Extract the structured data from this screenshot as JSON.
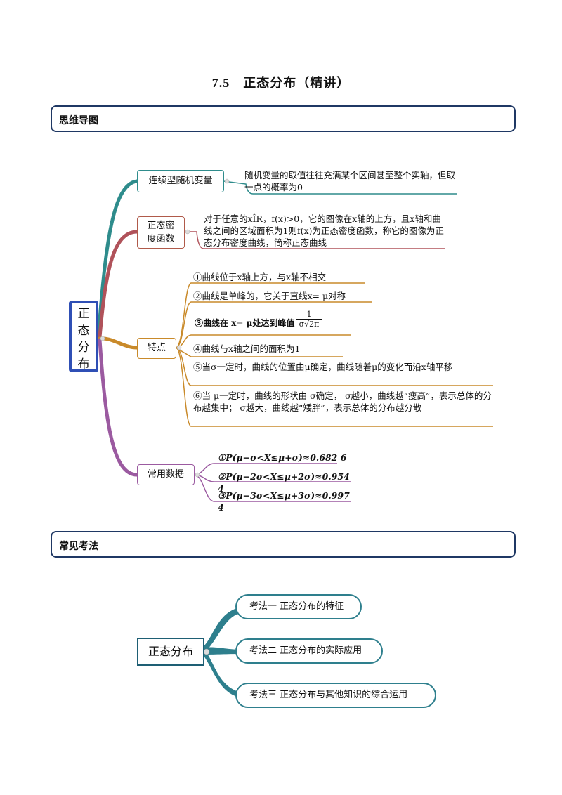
{
  "doc_title": "7.5　正态分布（精讲）",
  "section_mindmap": "思维导图",
  "section_exam": "常见考法",
  "mindmap": {
    "root": [
      "正",
      "态",
      "分",
      "布"
    ],
    "branch1": {
      "label": "连续型随机变量",
      "text": "随机变量的取值往往充满某个区间甚至整个实轴，但取一点的概率为0"
    },
    "branch2": {
      "label": "正态密度函数",
      "label_lines": [
        "正态密",
        "度函数"
      ],
      "text": "对于任意的xÎR，f(x)>0，它的图像在x轴的上方，且x轴和曲线之间的区域面积为1则f(x)为正态密度函数，称它的图像为正态分布密度曲线，简称正态曲线"
    },
    "branch3": {
      "label": "特点",
      "items": [
        "①曲线位于x轴上方，与x轴不相交",
        "②曲线是单峰的，它关于直线x= μ对称",
        "③曲线在 x= μ处达到峰值",
        "④曲线与x轴之间的面积为1",
        "⑤当σ一定时，曲线的位置由μ确定，曲线随着μ的变化而沿x轴平移",
        "⑥当 μ一定时，曲线的形状由 σ确定， σ越小，曲线越“瘦高”，表示总体的分布越集中； σ越大，曲线越“矮胖”，表示总体的分布越分散"
      ],
      "peak_fraction": {
        "numerator": "1",
        "denominator": "σ√2π"
      }
    },
    "branch4": {
      "label": "常用数据",
      "items": [
        "①P(μ−σ<X≤μ+σ)≈0.682 6",
        "②P(μ−2σ<X≤μ+2σ)≈0.954 4",
        "③P(μ−3σ<X≤μ+3σ)≈0.997 4"
      ]
    }
  },
  "exam_map": {
    "root": "正态分布",
    "items": [
      "考法一  正态分布的特征",
      "考法二  正态分布的实际应用",
      "考法三  正态分布与其他知识的综合运用"
    ]
  },
  "colors": {
    "header_border": "#1f3864",
    "root_border": "#2f4fb5",
    "branch_teal": "#2e8c8c",
    "branch_red": "#b0525a",
    "branch_orange": "#c98a2a",
    "branch_purple": "#9b5aa0",
    "exam_teal": "#2e7f8d"
  }
}
